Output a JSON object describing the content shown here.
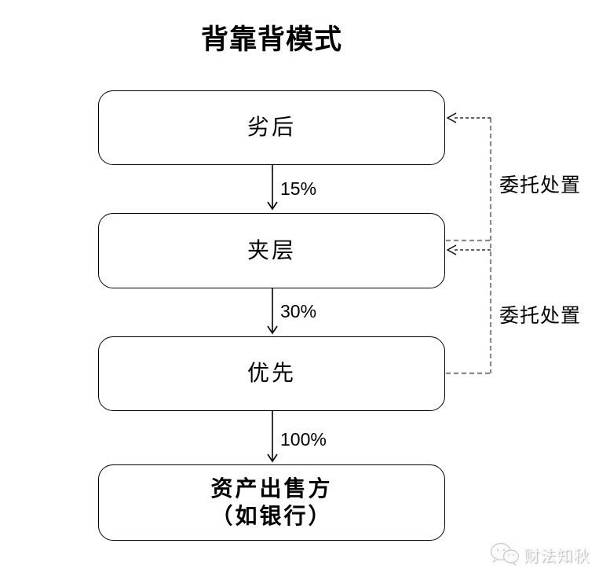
{
  "title": "背靠背模式",
  "diagram": {
    "boxes": [
      {
        "id": "subordinated",
        "label": "劣后"
      },
      {
        "id": "mezzanine",
        "label": "夹层"
      },
      {
        "id": "senior",
        "label": "优先"
      },
      {
        "id": "asset-seller",
        "label": "资产出售方\n（如银行）"
      }
    ],
    "flows": [
      {
        "from": "劣后",
        "to": "夹层",
        "label": "15%"
      },
      {
        "from": "夹层",
        "to": "优先",
        "label": "30%"
      },
      {
        "from": "优先",
        "to": "资产出售方（如银行）",
        "label": "100%"
      }
    ],
    "entrust_edges": [
      {
        "from": "夹层",
        "to": "劣后",
        "label": "委托处置"
      },
      {
        "from": "优先",
        "to": "夹层",
        "label": "委托处置"
      }
    ]
  },
  "watermark": {
    "text": "财法知秋",
    "icon": "wechat-chat-bubbles"
  },
  "colors": {
    "background": "#ffffff",
    "box_border": "#000000",
    "solid_arrow": "#000000",
    "dashed_black": "#000000",
    "dashed_gray": "#8a8a8a",
    "watermark_text": "#fbfbfb",
    "watermark_shadow": "#bdbdbd"
  }
}
